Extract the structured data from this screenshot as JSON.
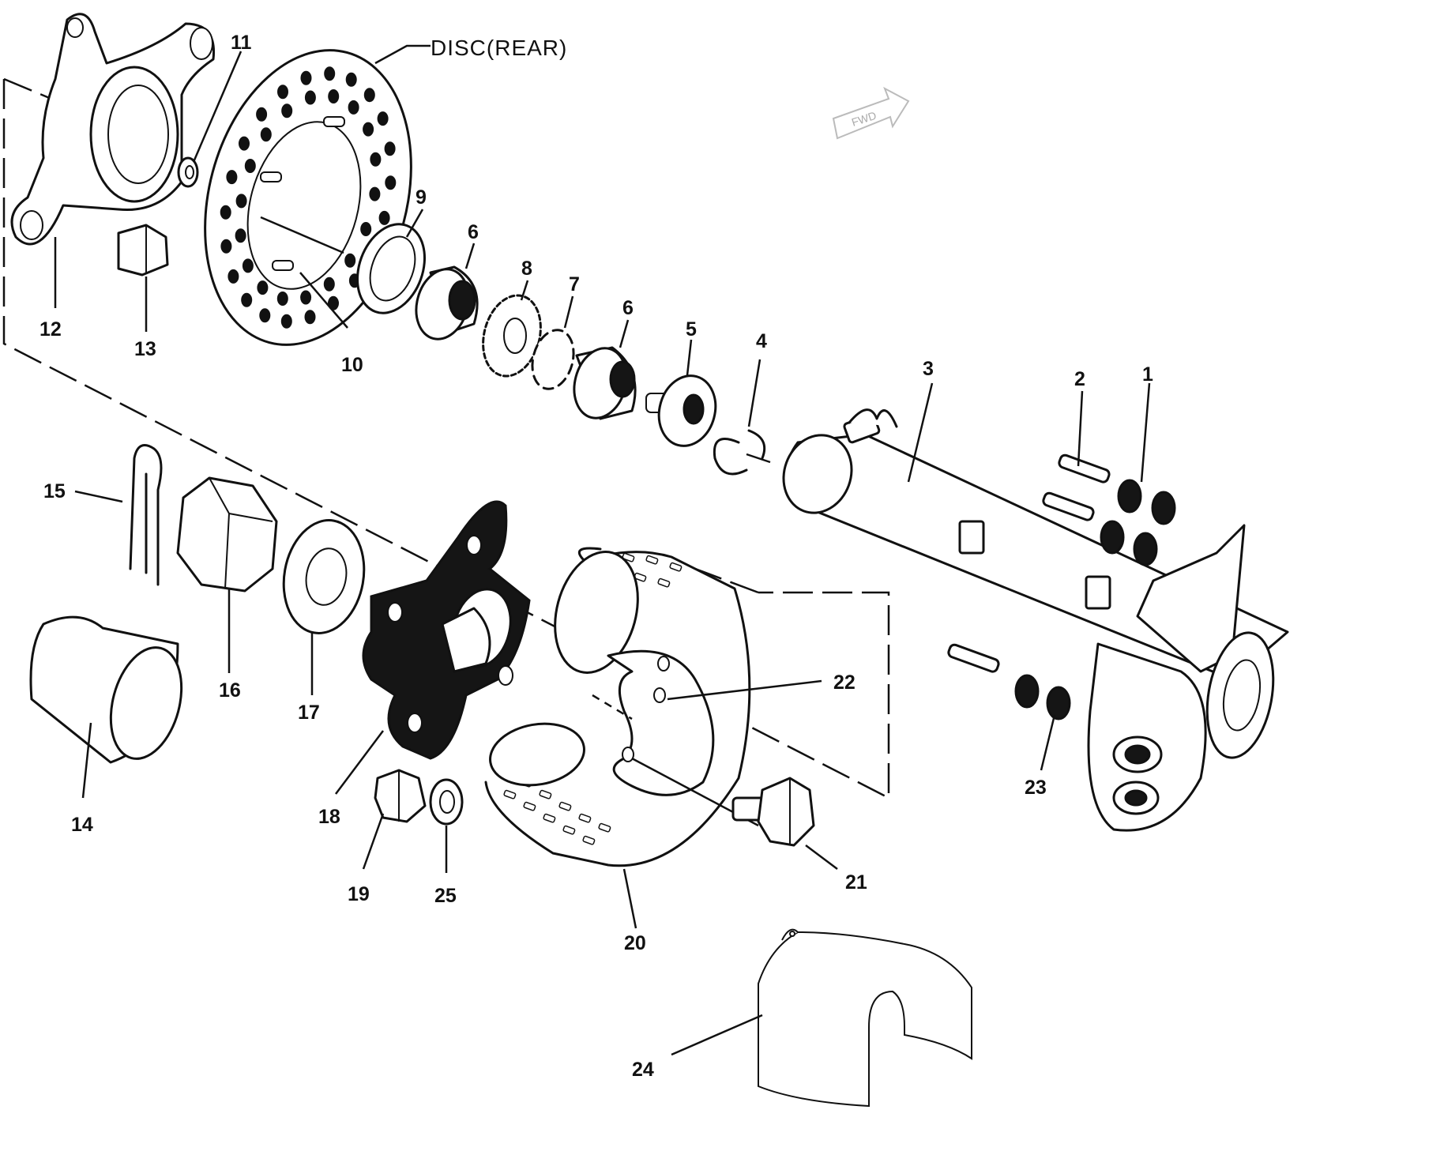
{
  "title_label": "DISC(REAR)",
  "callouts": {
    "p1": "1",
    "p2": "2",
    "p3": "3",
    "p4": "4",
    "p5": "5",
    "p6a": "6",
    "p6b": "6",
    "p7": "7",
    "p8": "8",
    "p9": "9",
    "p10": "10",
    "p11": "11",
    "p12": "12",
    "p13": "13",
    "p14": "14",
    "p15": "15",
    "p16": "16",
    "p17": "17",
    "p18": "18",
    "p19": "19",
    "p20": "20",
    "p21": "21",
    "p22": "22",
    "p23": "23",
    "p24": "24",
    "p25": "25"
  },
  "fwd_stamp": "FWD",
  "colors": {
    "ink": "#111111",
    "paper": "#ffffff"
  }
}
